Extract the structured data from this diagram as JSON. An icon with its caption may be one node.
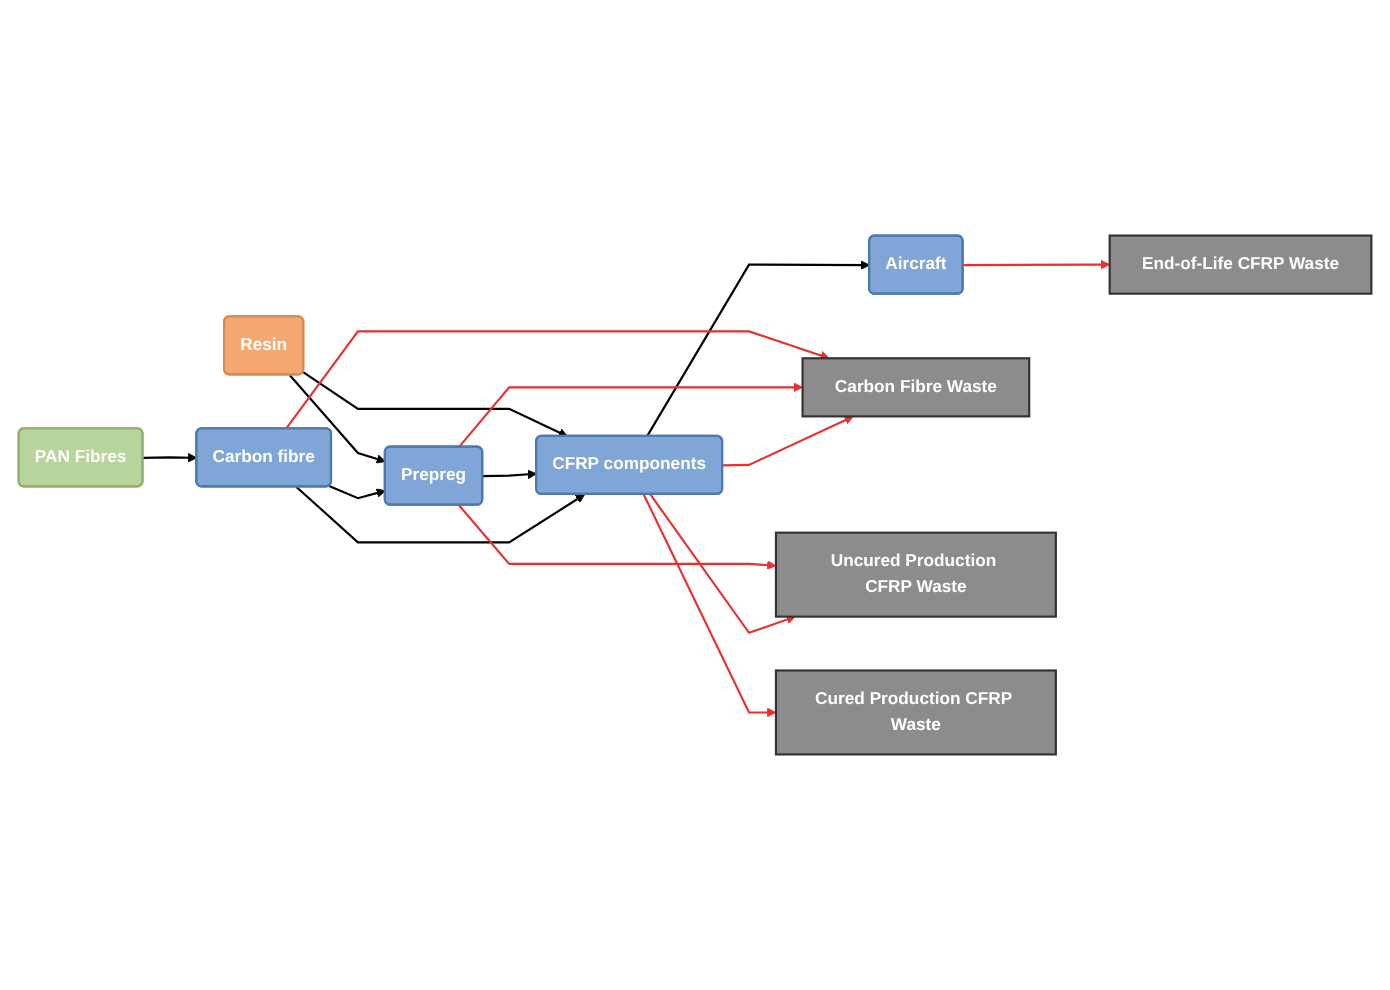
{
  "diagram": {
    "nodes": [
      {
        "text": [
          "PAN Fibres"
        ]
      },
      {
        "text": [
          "Resin"
        ]
      },
      {
        "text": [
          "Carbon fibre"
        ]
      },
      {
        "text": [
          "Prepreg"
        ]
      },
      {
        "text": [
          "CFRP components"
        ]
      },
      {
        "text": [
          "Aircraft"
        ]
      },
      {
        "text": [
          "Carbon Fibre Waste"
        ]
      },
      {
        "text": [
          "Uncured Production CFRP Waste"
        ]
      },
      {
        "text": [
          "Cured Production CFRP Waste"
        ]
      },
      {
        "text": [
          "End-of-Life CFRP Waste"
        ]
      }
    ],
    "edges": [
      {
        "from": 0,
        "to": 2,
        "arrow": "to"
      },
      {
        "from": 1,
        "to": 3,
        "arrow": "to"
      },
      {
        "from": 1,
        "to": 4,
        "arrow": "to"
      },
      {
        "from": 2,
        "to": 3,
        "arrow": "to"
      },
      {
        "from": 3,
        "to": 4,
        "arrow": "to"
      },
      {
        "from": 4,
        "to": 5,
        "arrow": "to"
      },
      {
        "from": 2,
        "to": 4,
        "arrow": "to"
      },
      {
        "from": 2,
        "to": 6,
        "arrow": "to",
        "color": "#e8312f"
      },
      {
        "from": 3,
        "to": 6,
        "arrow": "to",
        "color": "#e8312f"
      },
      {
        "from": 3,
        "to": 7,
        "arrow": "to",
        "color": "#e8312f"
      },
      {
        "from": 4,
        "to": 6,
        "arrow": "to",
        "color": "#e8312f"
      },
      {
        "from": 4,
        "to": 7,
        "arrow": "to",
        "color": "#e8312f"
      },
      {
        "from": 4,
        "to": 8,
        "arrow": "to",
        "color": "#e8312f"
      },
      {
        "from": 5,
        "to": 9,
        "arrow": "to",
        "color": "#e8312f"
      }
    ]
  }
}
